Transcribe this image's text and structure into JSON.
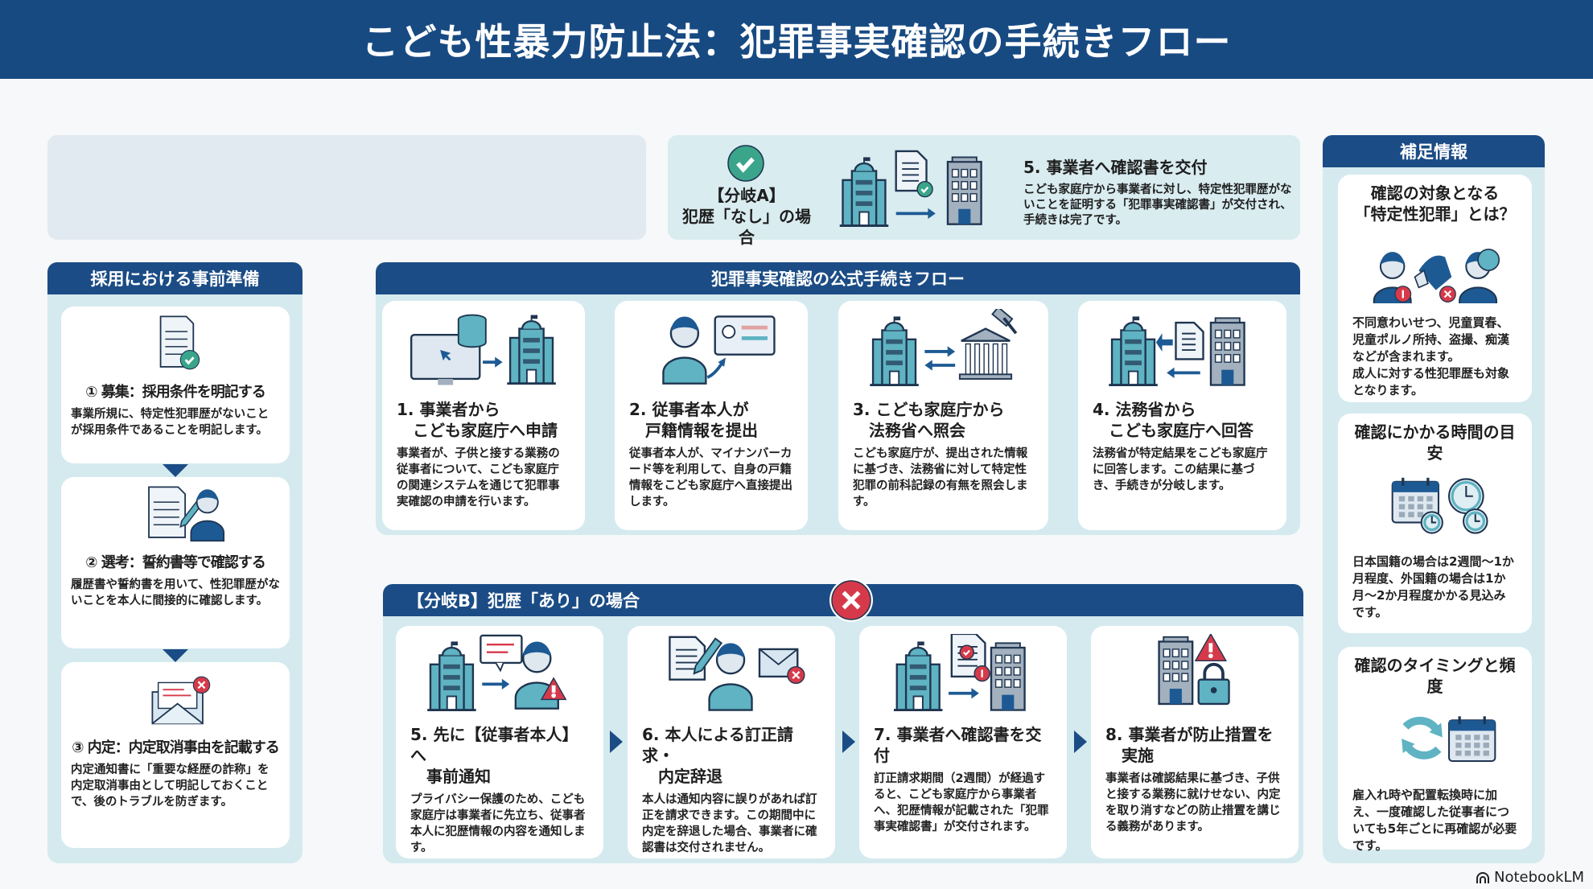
{
  "title": "こども性暴力防止法：犯罪事実確認の手続きフロー",
  "colors": {
    "navy": "#1b4c85",
    "panel": "#d5eaef",
    "teal": "#5fb3c2",
    "green": "#3aa58a",
    "red": "#d63a4a"
  },
  "branch_a": {
    "label_line1": "【分岐A】",
    "label_line2": "犯歴「なし」の場合",
    "step_title": "5. 事業者へ確認書を交付",
    "step_body": "こども家庭庁から事業者に対し、特定性犯罪歴がないことを証明する「犯罪事実確認書」が交付され、手続きは完了です。",
    "icon": "building-document-check-icon"
  },
  "left": {
    "header": "採用における事前準備",
    "cards": [
      {
        "title": "① 募集：採用条件を明記する",
        "body": "事業所規に、特定性犯罪歴がないことが採用条件であることを明記します。",
        "icon": "document-check-icon"
      },
      {
        "title": "② 選考：誓約書等で確認する",
        "body": "履歴書や誓約書を用いて、性犯罪歴がないことを本人に間接的に確認します。",
        "icon": "contract-person-icon"
      },
      {
        "title": "③ 内定：内定取消事由を記載する",
        "body": "内定通知書に「重要な経歴の詐称」を内定取消事由として明記しておくことで、後のトラブルを防ぎます。",
        "icon": "envelope-x-icon"
      }
    ]
  },
  "flow": {
    "header": "犯罪事実確認の公式手続きフロー",
    "cards": [
      {
        "title": "1. 事業者から\n　こども家庭庁へ申請",
        "body": "事業者が、子供と接する業務の従事者について、こども家庭庁の関連システムを通じて犯罪事実確認の申請を行います。",
        "icon": "computer-database-building-icon"
      },
      {
        "title": "2. 従事者本人が\n　戸籍情報を提出",
        "body": "従事者本人が、マイナンバーカード等を利用して、自身の戸籍情報をこども家庭庁へ直接提出します。",
        "icon": "person-id-card-icon"
      },
      {
        "title": "3. こども家庭庁から\n　法務省へ照会",
        "body": "こども家庭庁が、提出された情報に基づき、法務省に対して特定性犯罪の前科記録の有無を照会します。",
        "icon": "building-court-icon"
      },
      {
        "title": "4. 法務省から\n　こども家庭庁へ回答",
        "body": "法務省が特定結果をこども家庭庁に回答します。この結果に基づき、手続きが分岐します。",
        "icon": "building-document-building-icon"
      }
    ]
  },
  "branch_b": {
    "header": "【分岐B】犯歴「あり」の場合",
    "cards": [
      {
        "title": "5. 先に【従事者本人】へ\n　事前通知",
        "body": "プライバシー保護のため、こども家庭庁は事業者に先立ち、従事者本人に犯歴情報の内容を通知します。",
        "icon": "building-message-person-warning-icon"
      },
      {
        "title": "6. 本人による訂正請求・\n　内定辞退",
        "body": "本人は通知内容に誤りがあれば訂正を請求できます。この期間中に内定を辞退した場合、事業者に確認書は交付されません。",
        "icon": "person-edit-envelope-x-icon"
      },
      {
        "title": "7. 事業者へ確認書を交付",
        "body": "訂正請求期間（2週間）が経過すると、こども家庭庁から事業者へ、犯歴情報が記載された「犯罪事実確認書」が交付されます。",
        "icon": "building-document-alert-building-icon"
      },
      {
        "title": "8. 事業者が防止措置を\n　実施",
        "body": "事業者は確認結果に基づき、子供と接する業務に就けせない、内定を取り消すなどの防止措置を講じる義務があります。",
        "icon": "building-warning-lock-icon"
      }
    ]
  },
  "right": {
    "header": "補足情報",
    "cards": [
      {
        "title": "確認の対象となる\n「特定性犯罪」とは？",
        "body": "不同意わいせつ、児童買春、児童ポルノ所持、盗撮、痴漢などが含まれます。\n成人に対する性犯罪歴も対象となります。",
        "icon": "offense-people-icon"
      },
      {
        "title": "確認にかかる時間の目安",
        "body": "日本国籍の場合は2週間〜1か月程度、外国籍の場合は1か月〜2か月程度かかる見込みです。",
        "icon": "calendar-clock-icon"
      },
      {
        "title": "確認のタイミングと頻度",
        "body": "雇入れ時や配置転換時に加え、一度確認した従事者についても5年ごとに再確認が必要です。",
        "icon": "refresh-calendar-icon"
      }
    ]
  },
  "watermark": "NotebookLM"
}
